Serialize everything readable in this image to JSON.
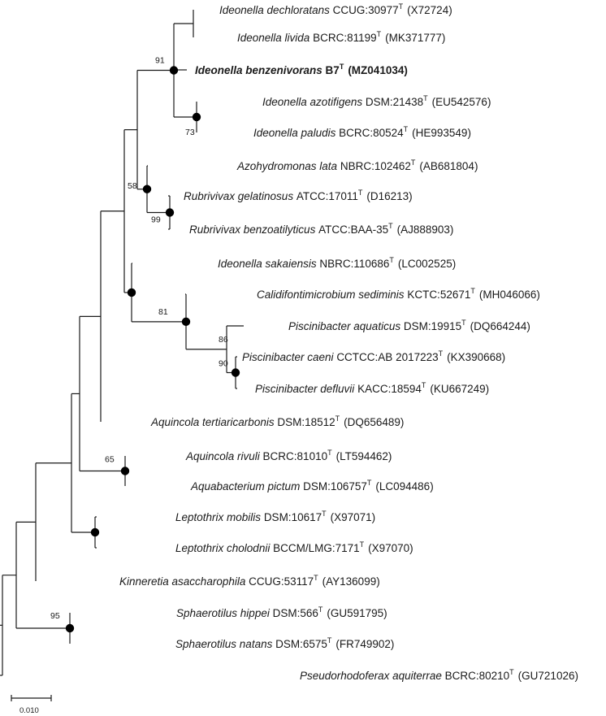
{
  "tree": {
    "taxa": [
      {
        "species": "Ideonella dechloratans",
        "strain": "CCUG:30977",
        "type_mark": "T",
        "accession": "(X72724)"
      },
      {
        "species": "Ideonella livida",
        "strain": "BCRC:81199",
        "type_mark": "T",
        "accession": "(MK371777)"
      },
      {
        "species": "Ideonella benzenivorans",
        "strain": "B7",
        "type_mark": "T",
        "accession": "(MZ041034)",
        "bold": true
      },
      {
        "species": "Ideonella azotifigens",
        "strain": "DSM:21438",
        "type_mark": "T",
        "accession": "(EU542576)"
      },
      {
        "species": "Ideonella paludis",
        "strain": "BCRC:80524",
        "type_mark": "T",
        "accession": "(HE993549)"
      },
      {
        "species": "Azohydromonas lata",
        "strain": "NBRC:102462",
        "type_mark": "T",
        "accession": "(AB681804)"
      },
      {
        "species": "Rubrivivax gelatinosus",
        "strain": "ATCC:17011",
        "type_mark": "T",
        "accession": "(D16213)"
      },
      {
        "species": "Rubrivivax benzoatilyticus",
        "strain": "ATCC:BAA-35",
        "type_mark": "T",
        "accession": "(AJ888903)"
      },
      {
        "species": "Ideonella sakaiensis",
        "strain": "NBRC:110686",
        "type_mark": "T",
        "accession": "(LC002525)"
      },
      {
        "species": "Calidifontimicrobium sediminis",
        "strain": "KCTC:52671",
        "type_mark": "T",
        "accession": "(MH046066)"
      },
      {
        "species": "Piscinibacter aquaticus",
        "strain": "DSM:19915",
        "type_mark": "T",
        "accession": "(DQ664244)"
      },
      {
        "species": "Piscinibacter caeni",
        "strain": "CCTCC:AB 2017223",
        "type_mark": "T",
        "accession": "(KX390668)"
      },
      {
        "species": "Piscinibacter defluvii",
        "strain": "KACC:18594",
        "type_mark": "T",
        "accession": "(KU667249)"
      },
      {
        "species": "Aquincola tertiaricarbonis",
        "strain": "DSM:18512",
        "type_mark": "T",
        "accession": "(DQ656489)"
      },
      {
        "species": "Aquincola rivuli",
        "strain": "BCRC:81010",
        "type_mark": "T",
        "accession": "(LT594462)"
      },
      {
        "species": "Aquabacterium pictum",
        "strain": "DSM:106757",
        "type_mark": "T",
        "accession": "(LC094486)"
      },
      {
        "species": "Leptothrix mobilis",
        "strain": "DSM:10617",
        "type_mark": "T",
        "accession": "(X97071)"
      },
      {
        "species": "Leptothrix cholodnii",
        "strain": "BCCM/LMG:7171",
        "type_mark": "T",
        "accession": "(X97070)"
      },
      {
        "species": "Kinneretia asaccharophila",
        "strain": "CCUG:53117",
        "type_mark": "T",
        "accession": "(AY136099)"
      },
      {
        "species": "Sphaerotilus hippei",
        "strain": "DSM:566",
        "type_mark": "T",
        "accession": "(GU591795)"
      },
      {
        "species": "Sphaerotilus natans",
        "strain": "DSM:6575",
        "type_mark": "T",
        "accession": "(FR749902)"
      },
      {
        "species": "Pseudorhodoferax aquiterrae",
        "strain": "BCRC:80210",
        "type_mark": "T",
        "accession": "(GU721026)"
      }
    ],
    "bootstrap": {
      "n_benz": "91",
      "n_azo": "73",
      "n_azoh": "58",
      "n_rub": "99",
      "n_cal": "81",
      "n_pisc": "86",
      "n_caeni": "90",
      "n_aqr": "65",
      "n_sph": "95"
    },
    "scale_bar": {
      "label": "0.010",
      "value": 0.01
    }
  }
}
